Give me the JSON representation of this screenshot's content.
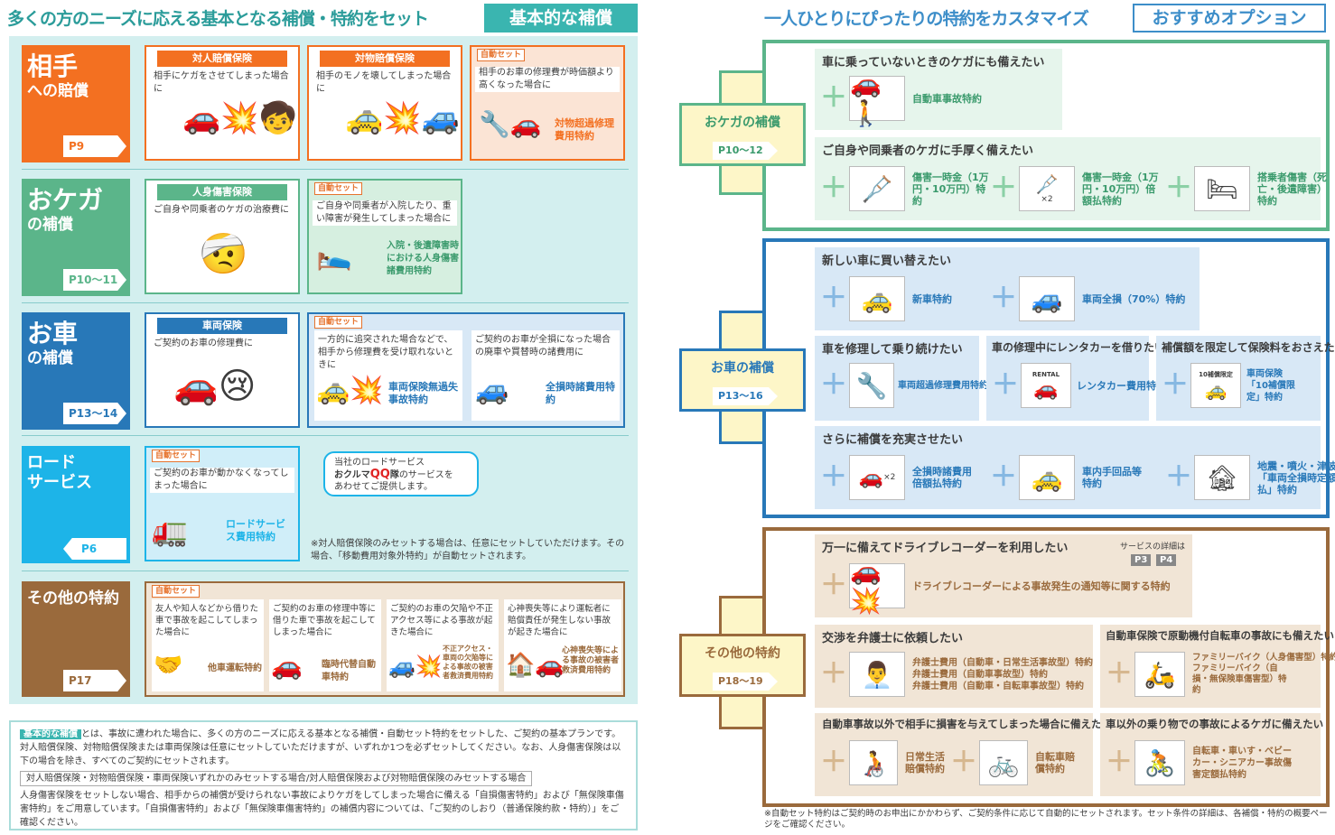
{
  "left": {
    "header": "多くの方のニーズに応える基本となる補償・特約をセット",
    "badge": "基本的な補償",
    "cats": [
      {
        "big": "相手",
        "sm": "への賠償",
        "page": "P9"
      },
      {
        "big": "おケガ",
        "sm": "の補償",
        "page": "P10〜11"
      },
      {
        "big": "お車",
        "sm": "の補償",
        "page": "P13〜14"
      },
      {
        "big": "ロード",
        "sm": "サービス",
        "page": "P6"
      },
      {
        "big": "その他の特約",
        "sm": "",
        "page": "P17"
      }
    ],
    "auto_tag": "自動セット",
    "aite": [
      {
        "title": "対人賠償保険",
        "desc": "相手にケガをさせてしまった場合に"
      },
      {
        "title": "対物賠償保険",
        "desc": "相手のモノを壊してしまった場合に"
      },
      {
        "desc": "相手のお車の修理費が時価額より高くなった場合に",
        "name": "対物超過修理費用特約"
      }
    ],
    "okega": [
      {
        "title": "人身傷害保険",
        "desc": "ご自身や同乗者のケガの治療費に"
      },
      {
        "desc": "ご自身や同乗者が入院したり、重い障害が発生してしまった場合に",
        "name": "入院・後遺障害時における人身傷害諸費用特約"
      }
    ],
    "okuruma": [
      {
        "title": "車両保険",
        "desc": "ご契約のお車の修理費に"
      },
      {
        "desc": "一方的に追突された場合などで、相手から修理費を受け取れないときに",
        "name": "車両保険無過失事故特約"
      },
      {
        "desc": "ご契約のお車が全損になった場合の廃車や買替時の諸費用に",
        "name": "全損時諸費用特約"
      }
    ],
    "road": {
      "desc": "ご契約のお車が動かなくなってしまった場合に",
      "name": "ロードサービス費用特約",
      "bubble1": "当社のロードサービス",
      "bubble_brand1": "おクルマ",
      "bubble_brand2": "QQ",
      "bubble_brand3": "隊",
      "bubble2": "のサービスを",
      "bubble3": "あわせてご提供します。",
      "note": "※対人賠償保険のみセットする場合は、任意にセットしていただけます。その場合、「移動費用対象外特約」が自動セットされます。"
    },
    "other": [
      {
        "desc": "友人や知人などから借りた車で事故を起こしてしまった場合に",
        "name": "他車運転特約"
      },
      {
        "desc": "ご契約のお車の修理中等に借りた車で事故を起こしてしまった場合に",
        "name": "臨時代替自動車特約"
      },
      {
        "desc": "ご契約のお車の欠陥や不正アクセス等による事故が起きた場合に",
        "name": "不正アクセス・車両の欠陥等による事故の被害者救済費用特約"
      },
      {
        "desc": "心神喪失等により運転者に賠償責任が発生しない事故が起きた場合に",
        "name": "心神喪失等による事故の被害者救済費用特約"
      }
    ],
    "footer": {
      "label": "基本的な補償",
      "text1": "とは、事故に遭われた場合に、多くの方のニーズに応える基本となる補償・自動セット特約をセットした、ご契約の基本プランです。対人賠償保険、対物賠償保険または車両保険は任意にセットしていただけますが、いずれか1つを必ずセットしてください。なお、人身傷害保険は以下の場合を除き、すべてのご契約にセットされます。",
      "boxed": "対人賠償保険・対物賠償保険・車両保険いずれかのみセットする場合/対人賠償保険および対物賠償保険のみセットする場合",
      "text2": "人身傷害保険をセットしない場合、相手からの補償が受けられない事故によりケガをしてしまった場合に備える「自損傷害特約」および「無保険車傷害特約」をご用意しています。「自損傷害特約」および「無保険車傷害特約」の補償内容については、「ご契約のしおり（普通保険約款・特約）」をご確認ください。"
    }
  },
  "right": {
    "header": "一人ひとりにぴったりの特約をカスタマイズ",
    "badge": "おすすめオプション",
    "groups": [
      {
        "label": "おケガの補償",
        "page": "P10〜12"
      },
      {
        "label": "お車の補償",
        "page": "P13〜16"
      },
      {
        "label": "その他の特約",
        "page": "P18〜19"
      }
    ],
    "okega": [
      {
        "title": "車に乗っていないときのケガにも備えたい",
        "items": [
          "自動車事故特約"
        ]
      },
      {
        "title": "ご自身や同乗者のケガに手厚く備えたい",
        "items": [
          "傷害一時金（1万円・10万円）特約",
          "傷害一時金（1万円・10万円）倍額払特約",
          "搭乗者傷害（死亡・後遺障害）特約"
        ]
      }
    ],
    "okuruma": [
      {
        "title": "新しい車に買い替えたい",
        "items": [
          "新車特約",
          "車両全損（70%）特約"
        ]
      },
      {
        "title": "車を修理して乗り続けたい",
        "items": [
          "車両超過修理費用特約"
        ]
      },
      {
        "title": "車の修理中にレンタカーを借りたい",
        "items": [
          "レンタカー費用特約"
        ],
        "icon_text": "RENTAL"
      },
      {
        "title": "補償額を限定して保険料をおさえたい",
        "items": [
          "車両保険「10補償限定」特約"
        ],
        "icon_text": "10補償限定"
      },
      {
        "title": "さらに補償を充実させたい",
        "items": [
          "全損時諸費用倍額払特約",
          "車内手回品等特約",
          "地震・噴火・津波「車両全損時定額払」特約"
        ]
      }
    ],
    "x2": "×2",
    "other": [
      {
        "title": "万一に備えてドライブレコーダーを利用したい",
        "items": [
          "ドライブレコーダーによる事故発生の通知等に関する特約"
        ],
        "service": "サービスの詳細は",
        "p3": "P3",
        "p4": "P4"
      },
      {
        "title": "交渉を弁護士に依頼したい",
        "items": [
          "弁護士費用（自動車・日常生活事故型）特約",
          "弁護士費用（自動車事故型）特約",
          "弁護士費用（自動車・自転車事故型）特約"
        ]
      },
      {
        "title": "自動車保険で原動機付自転車の事故にも備えたい",
        "items": [
          "ファミリーバイク（人身傷害型）特約",
          "ファミリーバイク（自損・無保険車傷害型）特約"
        ]
      },
      {
        "title": "自動車事故以外で相手に損害を与えてしまった場合に備えたい",
        "items": [
          "日常生活賠償特約",
          "自転車賠償特約"
        ]
      },
      {
        "title": "車以外の乗り物での事故によるケガに備えたい",
        "items": [
          "自転車・車いす・ベビーカー・シニアカー事故傷害定額払特約"
        ]
      }
    ],
    "footnote": "※自動セット特約はご契約時のお申出にかかわらず、ご契約条件に応じて自動的にセットされます。セット条件の詳細は、各補償・特約の概要ページをご確認ください。"
  },
  "colors": {
    "orange": "#f37021",
    "green": "#5bb58a",
    "blue": "#2878b8",
    "cyan": "#1db4e8",
    "brown": "#9a6a3c",
    "light_green": "#e6f5ec",
    "light_blue": "#d8e8f6",
    "light_brown": "#f1e5d6",
    "teal": "#3ab5b0"
  }
}
